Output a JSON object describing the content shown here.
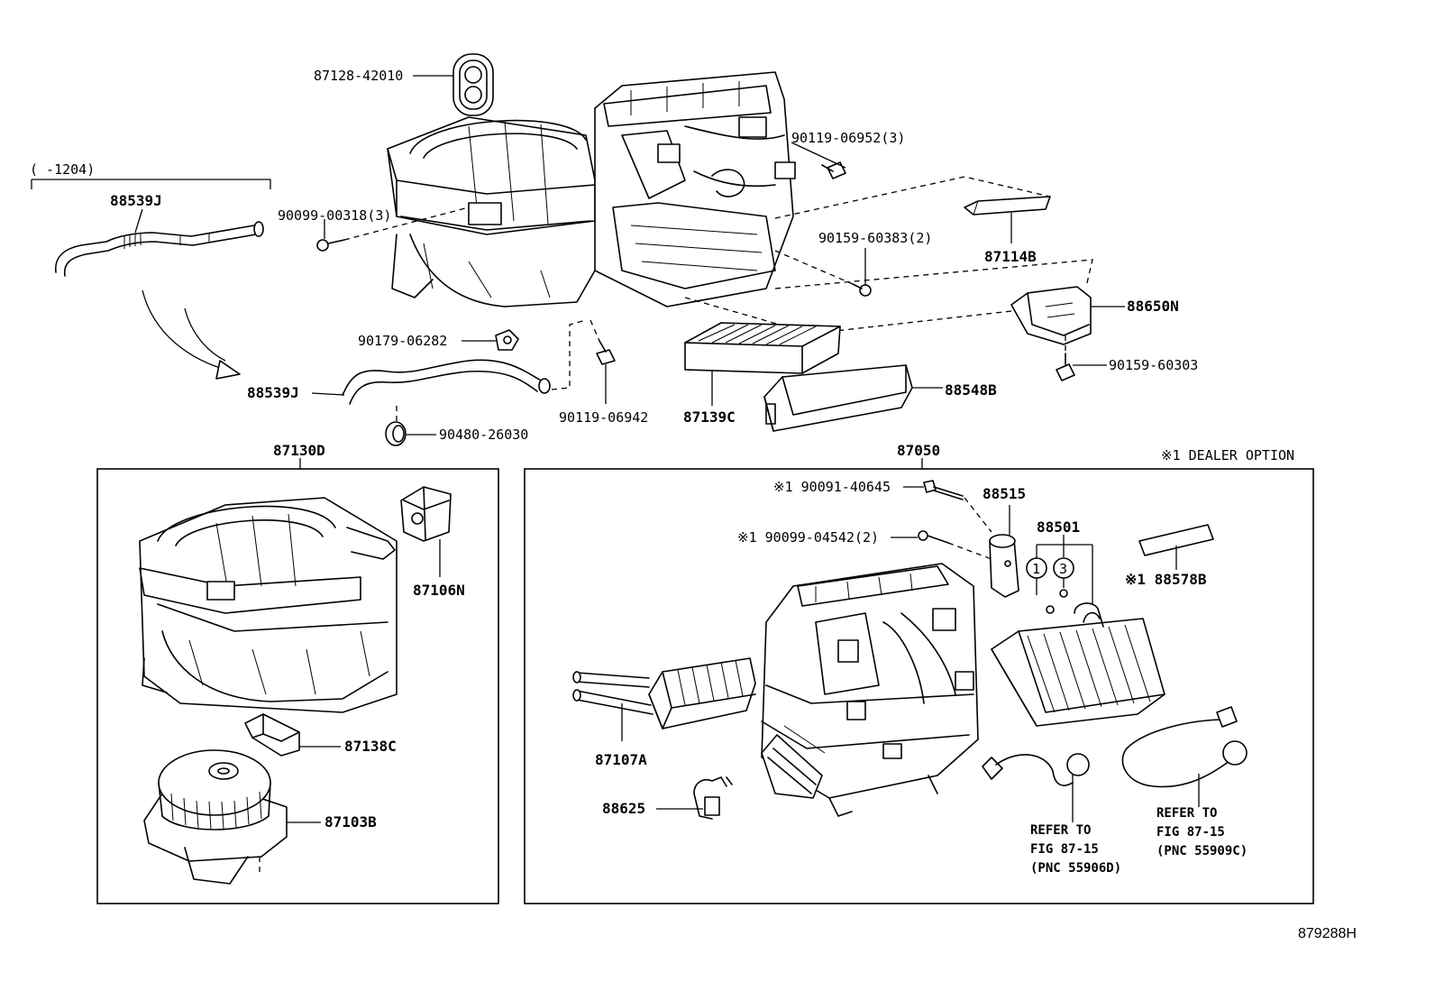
{
  "labels": {
    "p87128_42010": "87128-42010",
    "p90119_06952": "90119-06952(3)",
    "p90099_00318": "90099-00318(3)",
    "p90159_60383": "90159-60383(2)",
    "p87114B": "87114B",
    "p88650N": "88650N",
    "p90159_60303": "90159-60303",
    "p90179_06282": "90179-06282",
    "p88539J_lower": "88539J",
    "p90119_06942": "90119-06942",
    "p87139C": "87139C",
    "p88548B": "88548B",
    "p90480_26030": "90480-26030",
    "p88539J_upper": "88539J",
    "p87130D": "87130D",
    "p87106N": "87106N",
    "p87138C": "87138C",
    "p87103B": "87103B",
    "p87050": "87050",
    "dealer_note": "※1 DEALER OPTION",
    "p90091_40645": "※1 90091-40645",
    "p90099_04542": "※1 90099-04542(2)",
    "p88515": "88515",
    "p88501": "88501",
    "p88578B": "※1 88578B",
    "p87107A": "87107A",
    "p88625": "88625",
    "circle1": "1",
    "circle3": "3",
    "date_range": "(      -1204)",
    "figure_id": "879288H"
  },
  "refs": {
    "left": [
      "REFER TO",
      "FIG 87-15",
      "(PNC 55906D)"
    ],
    "right": [
      "REFER TO",
      "FIG 87-15",
      "(PNC 55909C)"
    ]
  }
}
